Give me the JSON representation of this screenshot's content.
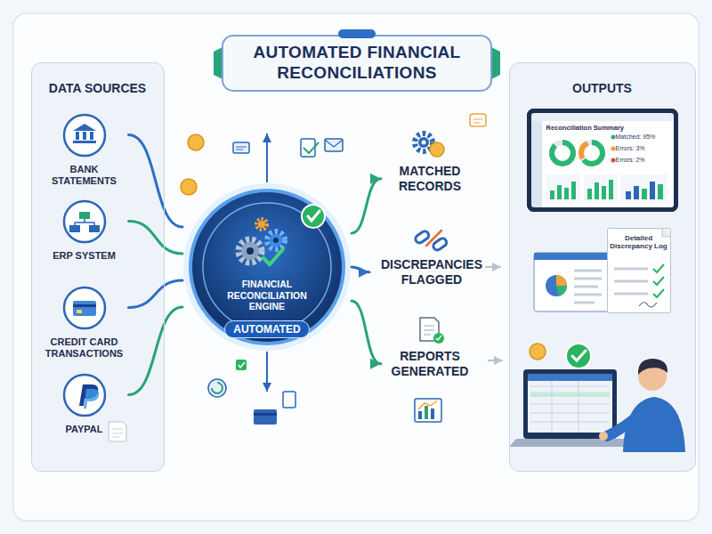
{
  "diagram": {
    "title": "AUTOMATED FINANCIAL RECONCILIATIONS",
    "nodes": [
      {
        "text": [
          "DATA SOURCES"
        ]
      },
      {
        "text": [
          "BANK STATEMENTS"
        ],
        "in": 0
      },
      {
        "text": [
          "ERP SYSTEM"
        ],
        "in": 0
      },
      {
        "text": [
          "CREDIT CARD TRANSACTIONS"
        ],
        "in": 0
      },
      {
        "text": [
          "PAYPAL"
        ],
        "in": 0
      },
      {
        "text": [
          "FINANCIAL RECONCILIATION ENGINE",
          "AUTOMATED"
        ]
      },
      {
        "text": [
          "MATCHED RECORDS"
        ]
      },
      {
        "text": [
          "DISCREPANCIES FLAGGED"
        ]
      },
      {
        "text": [
          "REPORTS GENERATED"
        ]
      },
      {
        "text": [
          "OUTPUTS"
        ]
      },
      {
        "text": [
          "Reconciliation Summary",
          "Matched: 95%",
          "Errors: 3%",
          "Errors: 2%"
        ],
        "in": 9
      },
      {
        "text": [
          "Detailed Discrepancy Log"
        ],
        "in": 9
      }
    ],
    "edges": [
      {
        "from": 1,
        "to": 5,
        "arrow": "none"
      },
      {
        "from": 2,
        "to": 5,
        "arrow": "none"
      },
      {
        "from": 3,
        "to": 5,
        "arrow": "none"
      },
      {
        "from": 4,
        "to": 5,
        "arrow": "none"
      },
      {
        "from": 5,
        "to": 6,
        "arrow": "to"
      },
      {
        "from": 5,
        "to": 7,
        "arrow": "to"
      },
      {
        "from": 5,
        "to": 8,
        "arrow": "to"
      }
    ]
  }
}
